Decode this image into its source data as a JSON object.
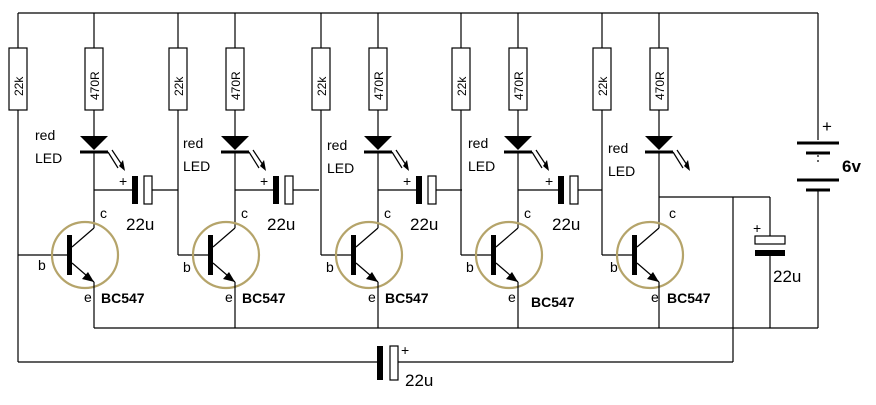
{
  "stages": [
    {
      "bias_resistor": "22k",
      "led_resistor": "470R",
      "led_label_line1": "red",
      "led_label_line2": "LED",
      "coupling_cap": "22u",
      "coupling_cap_plus": "+",
      "collector": "c",
      "base": "b",
      "emitter": "e",
      "transistor": "BC547"
    },
    {
      "bias_resistor": "22k",
      "led_resistor": "470R",
      "led_label_line1": "red",
      "led_label_line2": "LED",
      "coupling_cap": "22u",
      "coupling_cap_plus": "+",
      "collector": "c",
      "base": "b",
      "emitter": "e",
      "transistor": "BC547"
    },
    {
      "bias_resistor": "22k",
      "led_resistor": "470R",
      "led_label_line1": "red",
      "led_label_line2": "LED",
      "coupling_cap": "22u",
      "coupling_cap_plus": "+",
      "collector": "c",
      "base": "b",
      "emitter": "e",
      "transistor": "BC547"
    },
    {
      "bias_resistor": "22k",
      "led_resistor": "470R",
      "led_label_line1": "red",
      "led_label_line2": "LED",
      "coupling_cap": "22u",
      "coupling_cap_plus": "+",
      "collector": "c",
      "base": "b",
      "emitter": "e",
      "transistor": "BC547"
    },
    {
      "bias_resistor": "22k",
      "led_resistor": "470R",
      "led_label_line1": "red",
      "led_label_line2": "LED",
      "coupling_cap": "",
      "coupling_cap_plus": "",
      "collector": "c",
      "base": "b",
      "emitter": "e",
      "transistor": "BC547"
    }
  ],
  "battery": {
    "voltage": "6v",
    "plus": "+"
  },
  "supply_cap": {
    "value": "22u",
    "plus": "+"
  },
  "feedback_cap": {
    "value": "22u",
    "plus": "+"
  }
}
